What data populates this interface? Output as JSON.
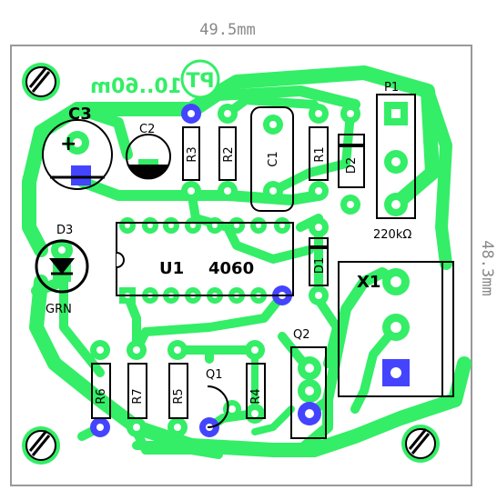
{
  "dimensions": {
    "width": "49.5mm",
    "height": "48.3mm"
  },
  "board_text": {
    "range_label": "10..60m",
    "logo": "PT"
  },
  "ic": {
    "ref": "U1",
    "value": "4060"
  },
  "components": {
    "C3": "C3",
    "C2": "C2",
    "C1": "C1",
    "R1": "R1",
    "R2": "R2",
    "R3": "R3",
    "R4": "R4",
    "R5": "R5",
    "R6": "R6",
    "R7": "R7",
    "D1": "D1",
    "D2": "D2",
    "D3": "D3",
    "Q1": "Q1",
    "Q2": "Q2",
    "X1": "X1",
    "P1": "P1"
  },
  "values": {
    "P1": "220kΩ",
    "D3": "GRN"
  },
  "colors": {
    "copper": "#33ee66",
    "via": "#4444ff",
    "silk": "#000000",
    "dim": "#888888"
  }
}
